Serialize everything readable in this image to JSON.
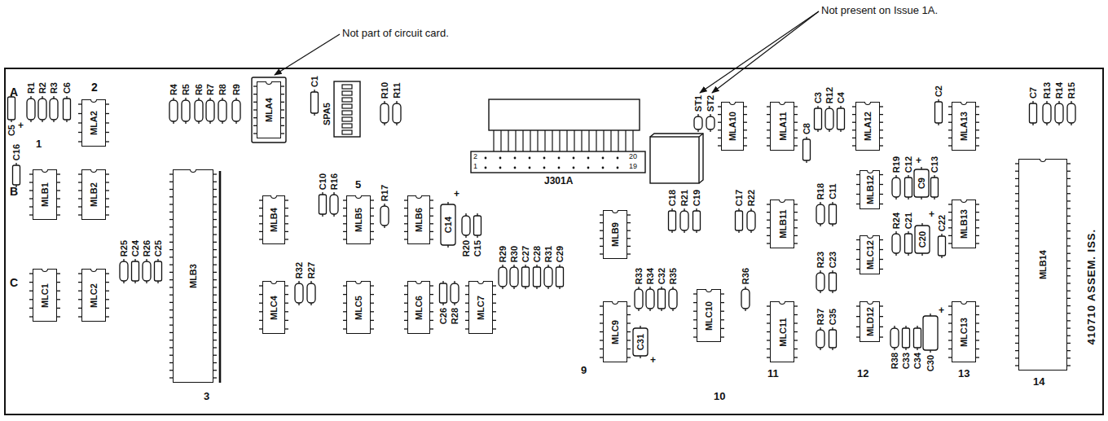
{
  "diagram": {
    "nodes": [
      {
        "text": [
          "410710 ASSEM. ISS."
        ]
      },
      {
        "text": [
          "MLA2"
        ],
        "in": 0
      },
      {
        "text": [
          "MLA4"
        ],
        "in": 0
      },
      {
        "text": [
          "MLA10"
        ],
        "in": 0
      },
      {
        "text": [
          "MLA11"
        ],
        "in": 0
      },
      {
        "text": [
          "MLA12"
        ],
        "in": 0
      },
      {
        "text": [
          "MLA13"
        ],
        "in": 0
      },
      {
        "text": [
          "MLB1"
        ],
        "in": 0
      },
      {
        "text": [
          "MLB2"
        ],
        "in": 0
      },
      {
        "text": [
          "MLB3"
        ],
        "in": 0
      },
      {
        "text": [
          "MLB4"
        ],
        "in": 0
      },
      {
        "text": [
          "MLB5"
        ],
        "in": 0
      },
      {
        "text": [
          "MLB6"
        ],
        "in": 0
      },
      {
        "text": [
          "MLB9"
        ],
        "in": 0
      },
      {
        "text": [
          "MLB11"
        ],
        "in": 0
      },
      {
        "text": [
          "MLB12"
        ],
        "in": 0
      },
      {
        "text": [
          "MLB13"
        ],
        "in": 0
      },
      {
        "text": [
          "MLB14"
        ],
        "in": 0
      },
      {
        "text": [
          "MLC1"
        ],
        "in": 0
      },
      {
        "text": [
          "MLC2"
        ],
        "in": 0
      },
      {
        "text": [
          "MLC4"
        ],
        "in": 0
      },
      {
        "text": [
          "MLC5"
        ],
        "in": 0
      },
      {
        "text": [
          "MLC6"
        ],
        "in": 0
      },
      {
        "text": [
          "MLC7"
        ],
        "in": 0
      },
      {
        "text": [
          "MLC9"
        ],
        "in": 0
      },
      {
        "text": [
          "MLC10"
        ],
        "in": 0
      },
      {
        "text": [
          "MLC11"
        ],
        "in": 0
      },
      {
        "text": [
          "MLC12"
        ],
        "in": 0
      },
      {
        "text": [
          "MLD12"
        ],
        "in": 0
      },
      {
        "text": [
          "MLC13"
        ],
        "in": 0
      }
    ],
    "labels": [
      "Not part of circuit card.",
      "Not present on Issue 1A.",
      "A",
      "2",
      "B",
      "C",
      "1",
      "5",
      "3",
      "9",
      "10",
      "11",
      "12",
      "13",
      "14",
      "C5",
      "+",
      "R1",
      "R2",
      "R3",
      "C6",
      "R4",
      "R5",
      "R6",
      "R7",
      "R8",
      "R9",
      "C1",
      "SPA5",
      "R10",
      "R11",
      "ST1",
      "ST2",
      "C8",
      "C3",
      "R12",
      "C4",
      "C2",
      "C7",
      "R13",
      "R14",
      "R15",
      "C16",
      "C10",
      "R16",
      "R17",
      "C14",
      "+",
      "R20",
      "C15",
      "C18",
      "R21",
      "C19",
      "C17",
      "R22",
      "R18",
      "C11",
      "R19",
      "C12",
      "C9",
      "+",
      "C13",
      "R24",
      "C21",
      "C20",
      "+",
      "C22",
      "R23",
      "C23",
      "R25",
      "C24",
      "R26",
      "C25",
      "R32",
      "R27",
      "C26",
      "R28",
      "R29",
      "R30",
      "C27",
      "C28",
      "R31",
      "C29",
      "R33",
      "R34",
      "C32",
      "R35",
      "C31",
      "+",
      "R36",
      "R37",
      "C35",
      "R38",
      "C33",
      "C34",
      "C30",
      "+",
      "2",
      "20",
      "1",
      "19",
      "J301A"
    ]
  }
}
